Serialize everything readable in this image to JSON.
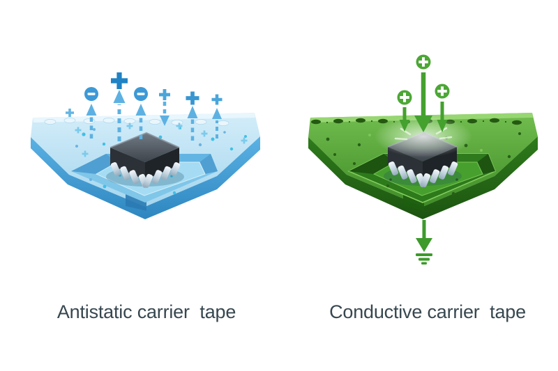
{
  "background_color": "#ffffff",
  "text_color": "#37474f",
  "panels": [
    {
      "id": "antistatic",
      "label": "Antistatic carrier  tape",
      "accent_color": "#2f8cc8",
      "surface_color": "#bfe2f4",
      "pocket_color": "#7fc6e9",
      "component": "ic-chip-soic8",
      "floating_symbols": {
        "plus_signs": 5,
        "minus_circles": 2,
        "surface_plus_marks": 6
      },
      "arrows": {
        "up_count": 5,
        "down_count": 1,
        "style": "dashed",
        "color": "#5db1e2"
      }
    },
    {
      "id": "conductive",
      "label": "Conductive carrier  tape",
      "accent_color": "#44a12e",
      "surface_color": "#4f9f33",
      "pocket_color": "#2d7a1b",
      "component": "ic-chip-soic8",
      "floating_symbols": {
        "plus_circles": 3
      },
      "arrows": {
        "down_count": 3,
        "style": "solid",
        "color": "#44a12e"
      },
      "ground": {
        "present": true,
        "symbol": "earth-ground"
      }
    }
  ]
}
